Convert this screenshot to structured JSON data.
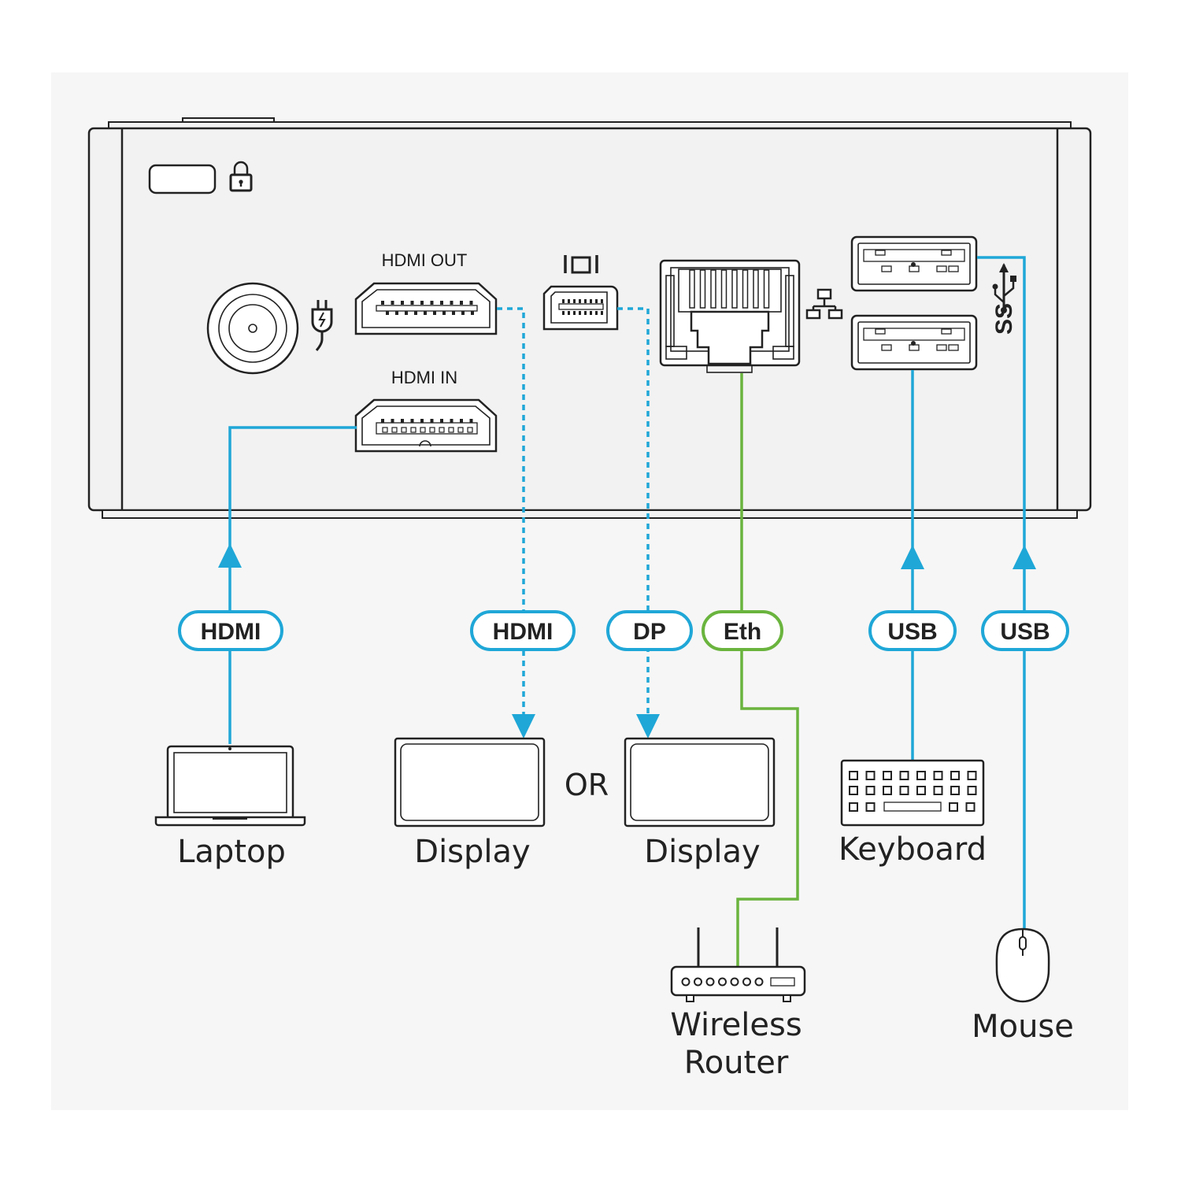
{
  "colors": {
    "usb_hdmi_dp_cable": "#1fa7d7",
    "ethernet_cable": "#6ab43e",
    "outline": "#222222"
  },
  "ports": {
    "hdmi_out": "HDMI  OUT",
    "hdmi_in": "HDMI  IN"
  },
  "icons": [
    "lock-icon",
    "power-plug-icon",
    "displayport-icon",
    "network-icon",
    "usb-superspeed-icon"
  ],
  "cables": [
    {
      "label": "HDMI",
      "color": "blue",
      "style": "solid"
    },
    {
      "label": "HDMI",
      "color": "blue",
      "style": "dashed"
    },
    {
      "label": "DP",
      "color": "blue",
      "style": "dashed"
    },
    {
      "label": "Eth",
      "color": "green",
      "style": "solid"
    },
    {
      "label": "USB",
      "color": "blue",
      "style": "solid"
    },
    {
      "label": "USB",
      "color": "blue",
      "style": "solid"
    }
  ],
  "devices": {
    "laptop": "Laptop",
    "display_1": "Display",
    "or": "OR",
    "display_2": "Display",
    "keyboard": "Keyboard",
    "router_line1": "Wireless",
    "router_line2": "Router",
    "mouse": "Mouse"
  }
}
